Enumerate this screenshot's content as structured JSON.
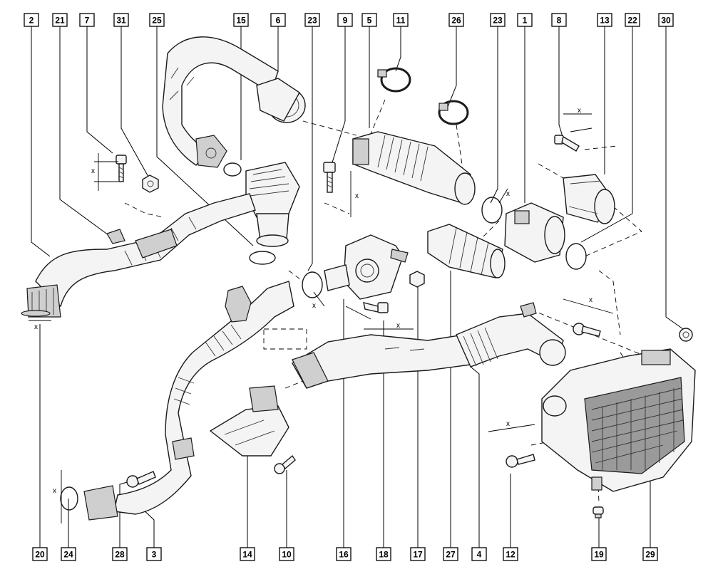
{
  "callouts": [
    "2",
    "21",
    "7",
    "31",
    "25",
    "15",
    "6",
    "23",
    "9",
    "5",
    "11",
    "26",
    "23",
    "1",
    "8",
    "13",
    "22",
    "30",
    "20",
    "24",
    "28",
    "3",
    "14",
    "10",
    "16",
    "18",
    "17",
    "27",
    "4",
    "12",
    "19",
    "29"
  ],
  "dimension_label": "x",
  "colors": {
    "line": "#000000",
    "part_fill": "#f4f4f4",
    "part_shade": "#cfcfcf",
    "background": "#ffffff"
  }
}
